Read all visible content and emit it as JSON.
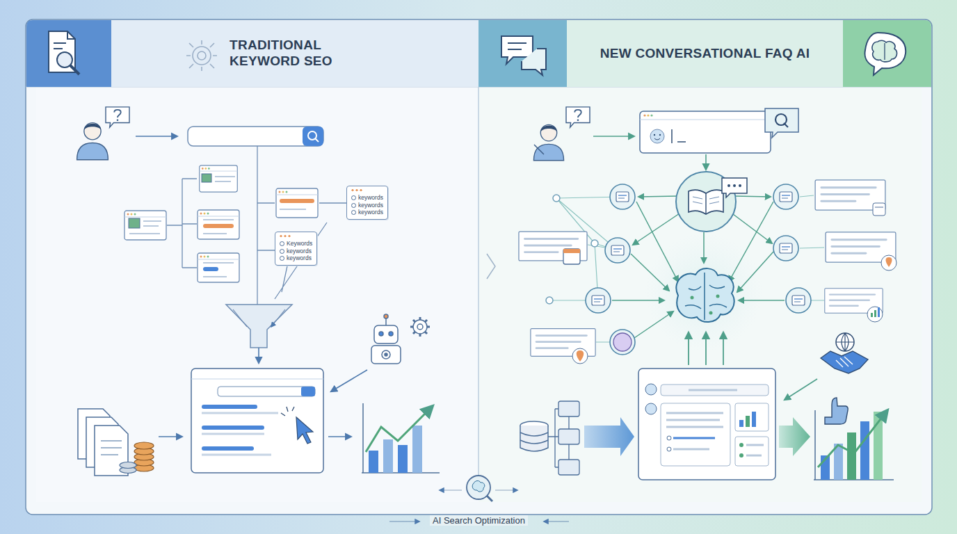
{
  "diagram": {
    "nodes": [
      {
        "text": [
          "TRADITIONAL KEYWORD SEO"
        ]
      },
      {
        "text": [
          "NEW CONVERSATIONAL FAQ AI"
        ]
      },
      {
        "text": [
          "keywords",
          "keywords",
          "keywords"
        ]
      },
      {
        "text": [
          "Keywords",
          "keywords",
          "keywords"
        ]
      }
    ],
    "labels": [
      "AI Search Optimization"
    ]
  }
}
